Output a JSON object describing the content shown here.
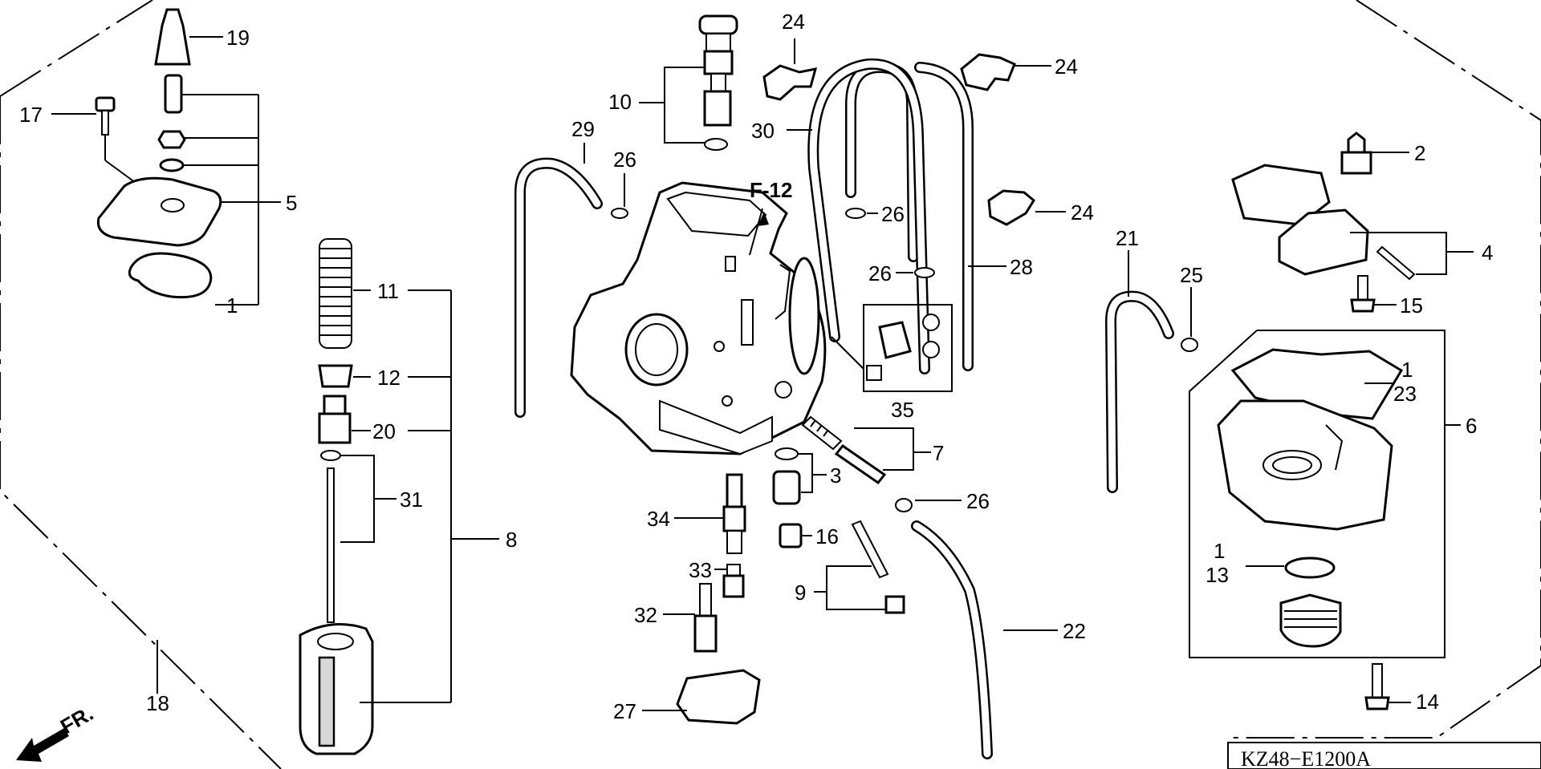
{
  "diagram": {
    "code": "KZ48−E1200A",
    "front_label": "FR.",
    "reference_label": "F-12"
  },
  "callouts": {
    "c1a": "1",
    "c1b": "1",
    "c1c": "1",
    "c2": "2",
    "c3": "3",
    "c4": "4",
    "c5": "5",
    "c6": "6",
    "c7": "7",
    "c8": "8",
    "c9": "9",
    "c10": "10",
    "c11": "11",
    "c12": "12",
    "c13": "13",
    "c14": "14",
    "c15": "15",
    "c16": "16",
    "c17": "17",
    "c18": "18",
    "c19": "19",
    "c20": "20",
    "c21": "21",
    "c22": "22",
    "c23": "23",
    "c24a": "24",
    "c24b": "24",
    "c24c": "24",
    "c25": "25",
    "c26a": "26",
    "c26b": "26",
    "c26c": "26",
    "c26d": "26",
    "c27": "27",
    "c28": "28",
    "c29": "29",
    "c30": "30",
    "c31": "31",
    "c32": "32",
    "c33": "33",
    "c34": "34",
    "c35": "35"
  }
}
